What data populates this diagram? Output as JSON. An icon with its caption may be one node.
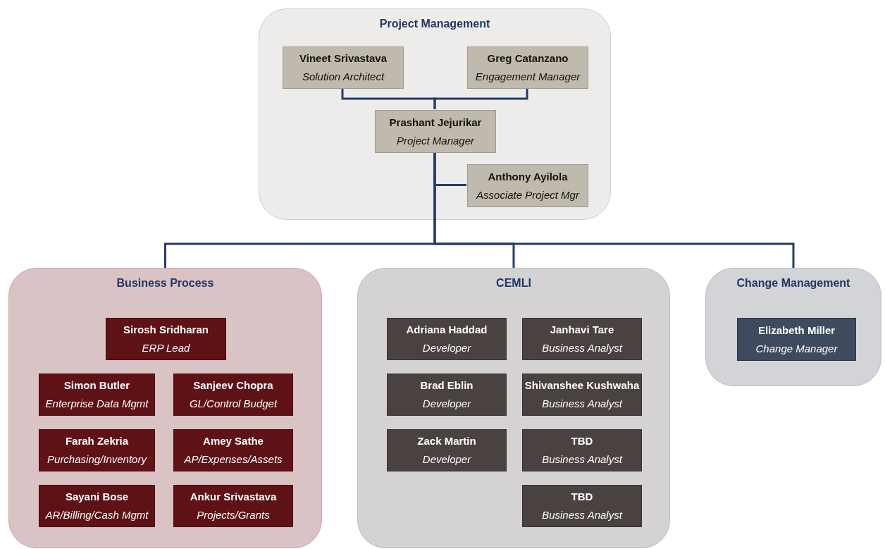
{
  "diagram": {
    "nodes": [
      {
        "text": [
          "Project Management"
        ]
      },
      {
        "text": [
          "Vineet Srivastava",
          "Solution Architect"
        ],
        "in": 0
      },
      {
        "text": [
          "Greg Catanzano",
          "Engagement Manager"
        ],
        "in": 0
      },
      {
        "text": [
          "Prashant Jejurikar",
          "Project Manager"
        ],
        "in": 0
      },
      {
        "text": [
          "Anthony Ayilola",
          "Associate Project Mgr"
        ],
        "in": 0
      },
      {
        "text": [
          "Business Process"
        ]
      },
      {
        "text": [
          "Sirosh Sridharan",
          "ERP Lead"
        ],
        "in": 5
      },
      {
        "text": [
          "Simon Butler",
          "Enterprise Data Mgmt"
        ],
        "in": 5
      },
      {
        "text": [
          "Sanjeev Chopra",
          "GL/Control Budget"
        ],
        "in": 5
      },
      {
        "text": [
          "Farah Zekria",
          "Purchasing/Inventory"
        ],
        "in": 5
      },
      {
        "text": [
          "Amey Sathe",
          "AP/Expenses/Assets"
        ],
        "in": 5
      },
      {
        "text": [
          "Sayani Bose",
          "AR/Billing/Cash Mgmt"
        ],
        "in": 5
      },
      {
        "text": [
          "Ankur Srivastava",
          "Projects/Grants"
        ],
        "in": 5
      },
      {
        "text": [
          "CEMLI"
        ]
      },
      {
        "text": [
          "Adriana Haddad",
          "Developer"
        ],
        "in": 13
      },
      {
        "text": [
          "Janhavi Tare",
          "Business Analyst"
        ],
        "in": 13
      },
      {
        "text": [
          "Brad Eblin",
          "Developer"
        ],
        "in": 13
      },
      {
        "text": [
          "Shivanshee Kushwaha",
          "Business Analyst"
        ],
        "in": 13
      },
      {
        "text": [
          "Zack Martin",
          "Developer"
        ],
        "in": 13
      },
      {
        "text": [
          "TBD",
          "Business Analyst"
        ],
        "in": 13
      },
      {
        "text": [
          "TBD",
          "Business Analyst"
        ],
        "in": 13
      },
      {
        "text": [
          "Change Management"
        ]
      },
      {
        "text": [
          "Elizabeth Miller",
          "Change Manager"
        ],
        "in": 21
      }
    ],
    "edges": [
      {
        "from": 1,
        "to": 3,
        "arrow": "none"
      },
      {
        "from": 2,
        "to": 3,
        "arrow": "none"
      },
      {
        "from": 3,
        "to": 4,
        "arrow": "none"
      },
      {
        "from": 3,
        "to": 5,
        "arrow": "none"
      },
      {
        "from": 3,
        "to": 13,
        "arrow": "none"
      },
      {
        "from": 3,
        "to": 21,
        "arrow": "none"
      }
    ]
  }
}
